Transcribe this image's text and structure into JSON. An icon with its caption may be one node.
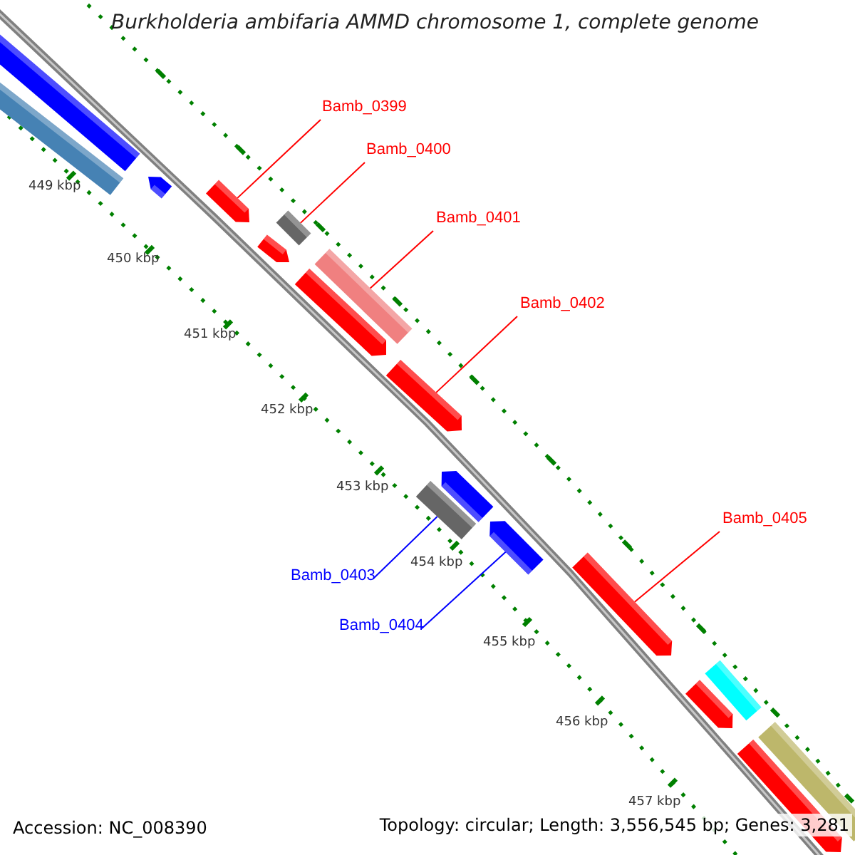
{
  "diagram": {
    "title": "Burkholderia ambifaria AMMD chromosome 1, complete genome",
    "nodes": [
      {
        "text": [
          "Bamb_0399"
        ]
      },
      {
        "text": [
          "Bamb_0400"
        ]
      },
      {
        "text": [
          "Bamb_0401"
        ]
      },
      {
        "text": [
          "Bamb_0402"
        ]
      },
      {
        "text": [
          "Bamb_0405"
        ]
      },
      {
        "text": [
          "Bamb_0403"
        ]
      },
      {
        "text": [
          "Bamb_0404"
        ]
      },
      {
        "text": [],
        "shape": "bar"
      },
      {
        "text": [],
        "shape": "bar"
      },
      {
        "text": [],
        "shape": "arrow"
      },
      {
        "text": [],
        "shape": "arrow"
      },
      {
        "text": [],
        "shape": "bar"
      },
      {
        "text": [],
        "shape": "arrow"
      },
      {
        "text": [],
        "shape": "bar"
      },
      {
        "text": [],
        "shape": "arrow"
      },
      {
        "text": [],
        "shape": "arrow"
      },
      {
        "text": [],
        "shape": "bar"
      },
      {
        "text": [],
        "shape": "arrow"
      },
      {
        "text": [],
        "shape": "arrow"
      },
      {
        "text": [],
        "shape": "arrow"
      },
      {
        "text": [],
        "shape": "bar"
      },
      {
        "text": [],
        "shape": "arrow"
      },
      {
        "text": [],
        "shape": "bar"
      },
      {
        "text": [],
        "shape": "arrow"
      }
    ],
    "edges": [
      {
        "from": 0,
        "to": 10,
        "arrow": "none"
      },
      {
        "from": 1,
        "to": 11,
        "arrow": "none"
      },
      {
        "from": 2,
        "to": 13,
        "arrow": "none"
      },
      {
        "from": 3,
        "to": 15,
        "arrow": "none"
      },
      {
        "from": 4,
        "to": 19,
        "arrow": "none"
      },
      {
        "from": 5,
        "to": 16,
        "arrow": "none",
        "color": "#0000ff"
      },
      {
        "from": 6,
        "to": 18,
        "arrow": "none",
        "color": "#0000ff"
      }
    ],
    "labels": [
      "449 kbp",
      "450 kbp",
      "451 kbp",
      "452 kbp",
      "453 kbp",
      "454 kbp",
      "455 kbp",
      "456 kbp",
      "457 kbp",
      "Accession: NC_008390",
      "Topology: circular; Length: 3,556,545 bp; Genes: 3,281"
    ]
  }
}
